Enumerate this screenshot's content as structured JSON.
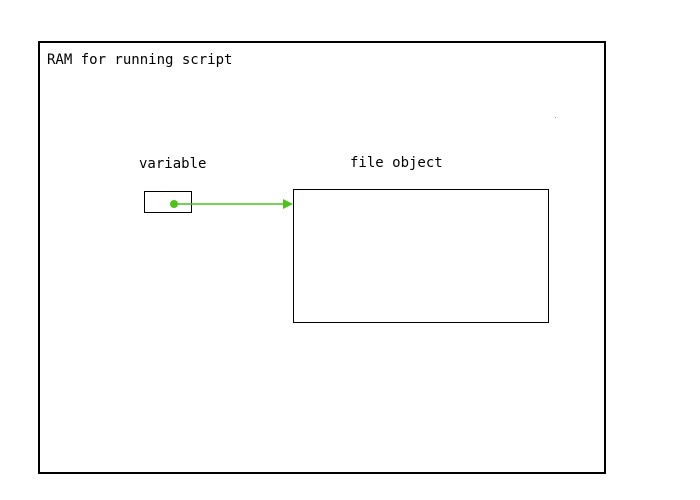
{
  "diagram": {
    "container": {
      "title": "RAM for running script"
    },
    "variable": {
      "label": "variable"
    },
    "file_object": {
      "label": "file object"
    },
    "reference_arrow": {
      "color": "#4cc21a"
    }
  },
  "colors": {
    "border": "#000000",
    "text": "#000000",
    "background": "#ffffff",
    "pointer": "#4cc21a"
  }
}
